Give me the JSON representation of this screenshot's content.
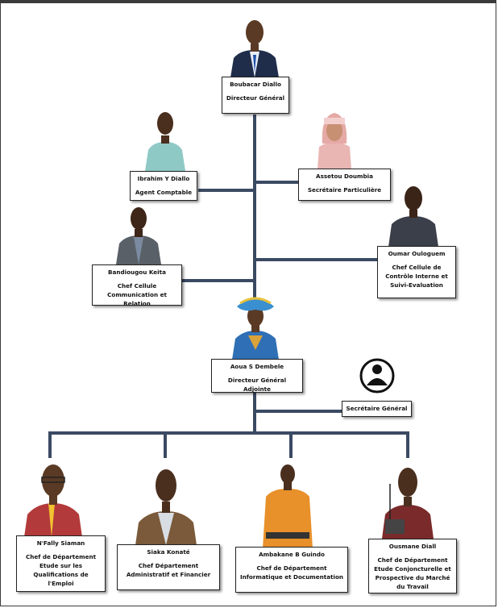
{
  "people": [
    {
      "name": "Boubacar Diallo",
      "title": "Directeur Général",
      "suit": "#1f2d4a",
      "shirt": "#e8eef7",
      "skin": "#5a3a24"
    },
    {
      "name": "Ibrahim Y Diallo",
      "title": "Agent Comptable",
      "suit": "#8fc9c6",
      "shirt": "#8fc9c6",
      "skin": "#4a2f1e"
    },
    {
      "name": "Assetou Doumbia",
      "title": "Secrétaire Particulière",
      "suit": "#e9b6b4",
      "shirt": "#f3d3cf",
      "skin": "#c89072"
    },
    {
      "name": "Bandiougou Keita",
      "title": "Chef Cellule Communication et Relation",
      "suit": "#5a6068",
      "shirt": "#7a8aa0",
      "skin": "#3e2618"
    },
    {
      "name": "Oumar Ouloguem",
      "title": "Chef Cellule de Contrôle Interne et Suivi-Evaluation",
      "suit": "#3b3f4a",
      "shirt": "#6b6e78",
      "skin": "#3a2418"
    },
    {
      "name": "Aoua S Dembele",
      "title": "Directeur Général Adjointe",
      "suit": "#2f6fb5",
      "shirt": "#d9a23a",
      "skin": "#5a3a24"
    },
    {
      "name": "Secrétaire Général",
      "title": "",
      "suit": "#111",
      "shirt": "#111",
      "skin": "#111"
    },
    {
      "name": "N'Fally Siaman",
      "title": "Chef de Département Etude sur les Qualifications de l'Emploi",
      "suit": "#b33a3a",
      "shirt": "#f1c232",
      "skin": "#5a3a24"
    },
    {
      "name": "Siaka Konaté",
      "title": "Chef Département Administratif et Financier",
      "suit": "#7a5a3a",
      "shirt": "#d8dde3",
      "skin": "#4a2f1e"
    },
    {
      "name": "Ambakane B Guindo",
      "title": "Chef de Département Informatique et Documentation",
      "suit": "#e8902a",
      "shirt": "#e8902a",
      "skin": "#4a2f1e"
    },
    {
      "name": "Ousmane Diall",
      "title": "Chef de Département Etude Conjoncturelle et Prospective du Marché du Travail",
      "suit": "#7a2a2a",
      "shirt": "#7a2a2a",
      "skin": "#4a2f1e"
    }
  ],
  "colors": {
    "connector": "#3b4a63",
    "accent": "#3b4a63"
  }
}
